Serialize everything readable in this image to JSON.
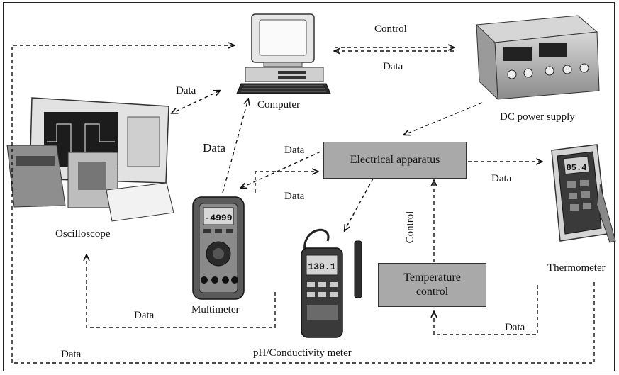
{
  "devices": {
    "computer": "Computer",
    "power_supply": "DC power supply",
    "oscilloscope": "Oscilloscope",
    "multimeter": "Multimeter",
    "ph_meter": "pH/Conductivity meter",
    "thermometer": "Thermometer",
    "multimeter_display": "-4999",
    "ph_display": "130.1",
    "thermo_display": "85.4"
  },
  "boxes": {
    "apparatus": "Electrical apparatus",
    "temp_control_line1": "Temperature",
    "temp_control_line2": "control"
  },
  "links": {
    "control_top": "Control",
    "data_top": "Data",
    "data_osc_computer": "Data",
    "data_multimeter_computer": "Data",
    "data_apparatus_multimeter": "Data",
    "data_multimeter_apparatus": "Data",
    "data_apparatus_thermo": "Data",
    "control_vertical": "Control",
    "data_thermo_temp": "Data",
    "data_multimeter_osc": "Data",
    "data_bottom": "Data"
  }
}
